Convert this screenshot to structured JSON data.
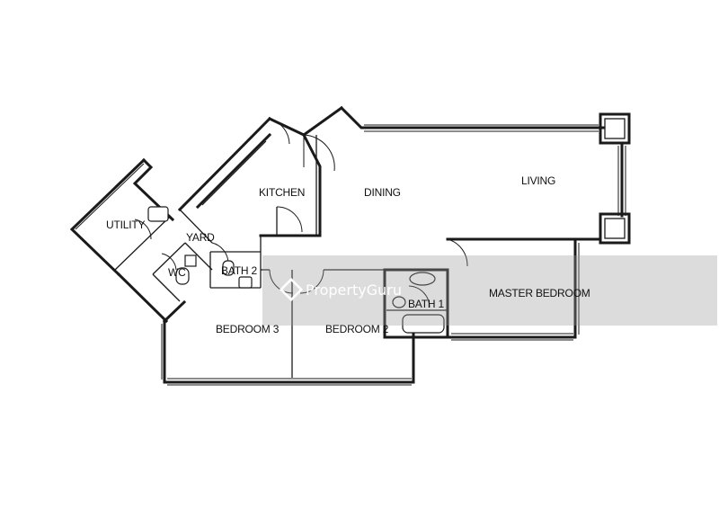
{
  "rooms": {
    "utility": "UTILITY",
    "yard": "YARD",
    "kitchen": "KITCHEN",
    "dining": "DINING",
    "living": "LIVING",
    "wc": "WC",
    "bath2": "BATH 2",
    "bath1": "BATH 1",
    "master_bedroom": "MASTER BEDROOM",
    "bedroom3": "BEDROOM 3",
    "bedroom2": "BEDROOM 2"
  },
  "watermark": {
    "brand": "PropertyGuru",
    "logo_icon": "propertyguru-diamond-icon"
  }
}
